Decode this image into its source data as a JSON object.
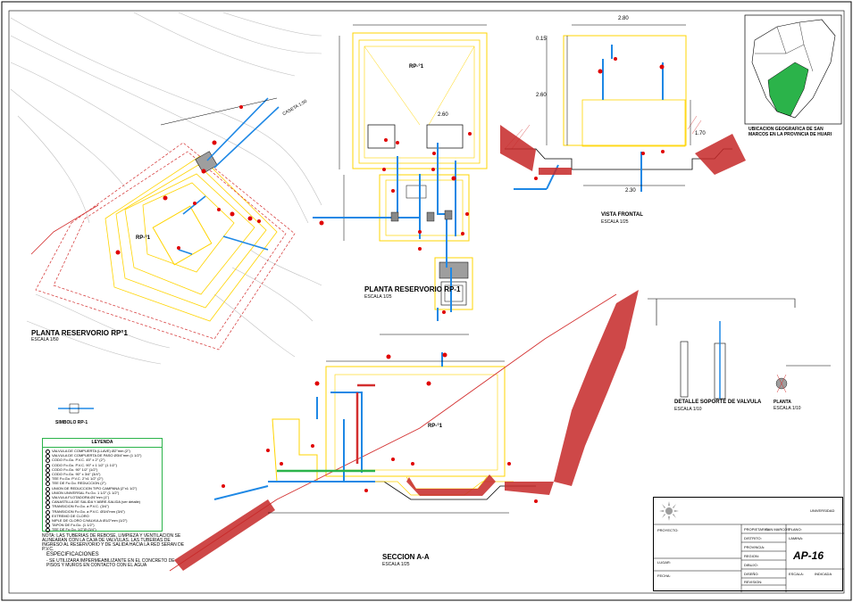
{
  "sheet": {
    "number": "AP-16"
  },
  "views": {
    "plan_left": "PLANTA RESERVORIO RP°1",
    "plan_left_scale": "ESCALA 1/50",
    "plan_top": "PLANTA RESERVORIO RP-1",
    "plan_top_scale": "ESCALA 1/25",
    "front": "VISTA FRONTAL",
    "front_scale": "ESCALA 1/25",
    "section": "SECCION A-A",
    "section_scale": "ESCALA 1/25",
    "location": "UBICACION GEOGRAFICA DE SAN MARCOS EN LA PROVINCIA DE HUARI",
    "detail": "DETALLE SOPORTE DE VALVULA",
    "detail_scale": "ESCALA 1/10",
    "small_symbol": "SIMBOLO RP-1",
    "top_label": "RP-°1",
    "section_label": "RP-°1",
    "left_label": "RP-°1",
    "scale_line": "CASETA 1:50",
    "perspectiva": "PLANTA",
    "perspectiva_scale": "ESCALA 1/10"
  },
  "dimensions": {
    "top_width": "2.80",
    "side_top": "0.15",
    "side_height": "2.60",
    "front_right": "1.70",
    "bottom_width": "2.30",
    "plan_dim": "2.60"
  },
  "legend": {
    "title": "LEYENDA",
    "items": [
      "VALVULA DE COMPUERTA (LLAVE) Ø2\"mm (2\")",
      "VALVULA DE COMPUERTA DE PASO Ø3/4\"mm (1 1/2\")",
      "CODO Fo.Go. P.V.C. 45° x 2\" (2\")",
      "CODO Fo.Go. P.V.C. 90° x 1 1/2\" (1 1/2\")",
      "CODO Fo.Go. 90° 1/2\" (1/2\")",
      "CODO Fo.Go. 90° x 3/4\" (3/4\")",
      "TEE Fo.Go. P.V.C. 2\"x1 1/2\" (2\")",
      "TEE DE Fo.Go. REDUCCION (2\")",
      "UNION DE REDUCCION TIPO CAMPANA (2\"x1 1/2\")",
      "UNION UNIVERSAL Fo.Go. 1 1/2\" (1 1/2\")",
      "VALVULA FLOTADORA Ø1\"mm (1\")",
      "CANASTILLA DE SALIDA Y ABRE-SALIDA (ver detalle)",
      "TRANSICION Fo.Go. a P.V.C. (3/4\")",
      "TRANSICION Fo.Go. a P.V.C. Ø3/4\"mm (3/4\")",
      "EXTREMO DE CLORO",
      "NIPLE DE CLORO C/VALVULA Ø1/2\"mm (1/2\")",
      "TAPON DE Fo.Go. (1 1/2\")",
      "TEE DE Fo.Go. 1/2\"Ø (3/4\")"
    ],
    "note": "NOTA: LAS TUBERIAS DE REBOSE, LIMPIEZA Y VENTILACION SE ALINEARAN CON LA CAJA DE VALVULAS. LAS TUBERIAS DE INGRESO AL RESERVORIO Y DE SALIDA HACIA LA RED SERAN DE P.V.C.",
    "spec_title": "ESPECIFICACIONES",
    "spec_text": "- SE UTILIZARA IMPERMEABILIZANTE EN EL CONCRETO DE PISOS Y MUROS EN CONTACTO CON EL AGUA"
  },
  "titleblock": {
    "header": "UNIVERSIDAD",
    "project_label": "PROYECTO:",
    "plan_label": "PLANO:",
    "place_label": "LUGAR:",
    "date_label": "FECHA:",
    "scale_label": "ESCALA:",
    "sheet_label": "LAMINA:",
    "drawn_label": "DIBUJO:",
    "designer_label": "DISEÑO:",
    "review_label": "REVISION:",
    "owner_label": "PROPIETARIO:",
    "district_label": "DISTRITO:",
    "province_label": "PROVINCIA:",
    "region_label": "REGION:",
    "place_value": "SAN MARCOS",
    "scale_value": "INDICADA"
  },
  "colors": {
    "pipe": "#1e88e5",
    "wall": "#ffd400",
    "marker": "#e00000",
    "terrain": "#c0c0c0",
    "cutline": "#d32f2f",
    "green": "#2bb34a",
    "valve": "#9e9e9e"
  }
}
